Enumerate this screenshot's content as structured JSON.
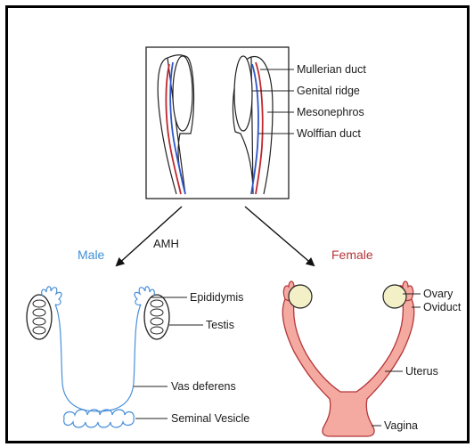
{
  "top_panel": {
    "labels": {
      "mullerian": "Mullerian duct",
      "genital_ridge": "Genital ridge",
      "mesonephros": "Mesonephros",
      "wolffian": "Wolffian duct"
    }
  },
  "arrows": {
    "hormone": "AMH"
  },
  "male": {
    "heading": "Male",
    "heading_color": "#3f8fd9",
    "labels": {
      "epididymis": "Epididymis",
      "testis": "Testis",
      "vas_deferens": "Vas deferens",
      "seminal_vesicle": "Seminal Vesicle"
    }
  },
  "female": {
    "heading": "Female",
    "heading_color": "#b5363a",
    "labels": {
      "ovary": "Ovary",
      "oviduct": "Oviduct",
      "uterus": "Uterus",
      "vagina": "Vagina"
    }
  },
  "colors": {
    "mullerian_duct": "#c0272d",
    "wolffian_duct": "#2f56c9",
    "male_tract": "#4a90d9",
    "female_tract_fill": "#f4aaa0",
    "female_tract_stroke": "#b5363a",
    "ovary_fill": "#f3efc6"
  }
}
